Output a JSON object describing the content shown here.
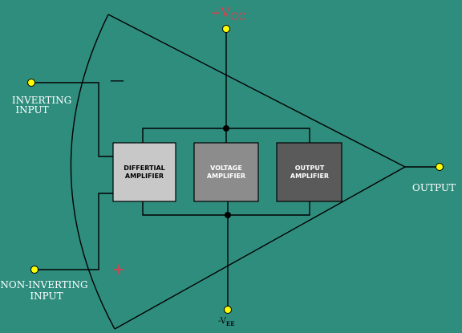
{
  "diagram": {
    "supply_positive": {
      "main": "+V",
      "sub": "CC"
    },
    "supply_negative": {
      "main": "-V",
      "sub": "EE"
    },
    "inputs": {
      "inverting": {
        "line1": "INVERTING",
        "line2": "INPUT",
        "sign": "—"
      },
      "non_inverting": {
        "line1": "NON-INVERTING",
        "line2": "INPUT",
        "sign": "+"
      }
    },
    "output_label": "OUTPUT",
    "blocks": [
      {
        "line1": "DIFFERTIAL",
        "line2": "AMPLIFIER",
        "fill": "#c8c8c8",
        "text_color": "#000000"
      },
      {
        "line1": "VOLTAGE",
        "line2": "AMPLIFIER",
        "fill": "#8c8c8c",
        "text_color": "#ffffff"
      },
      {
        "line1": "OUTPUT",
        "line2": "AMPLIFIER",
        "fill": "#5a5a5a",
        "text_color": "#ffffff"
      }
    ],
    "colors": {
      "background": "#2f8d7e",
      "terminal": "#ffff00",
      "supply_label": "#e8394a",
      "sign": "#e8394a",
      "wire": "#000000"
    }
  }
}
